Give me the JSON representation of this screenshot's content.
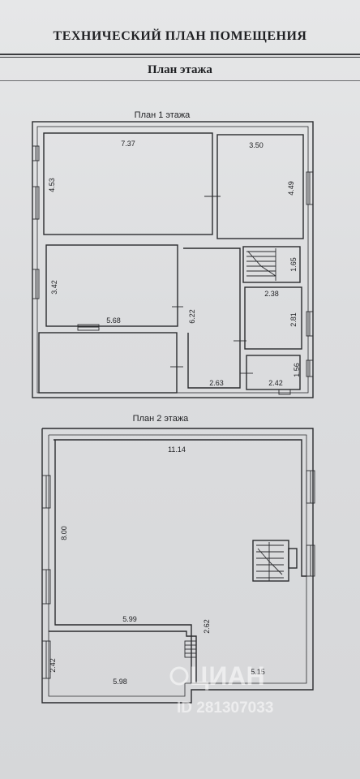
{
  "header": {
    "title": "ТЕХНИЧЕСКИЙ ПЛАН ПОМЕЩЕНИЯ",
    "subtitle": "План этажа"
  },
  "floor1": {
    "caption": "План 1 этажа",
    "dims": {
      "d737": "7.37",
      "d350": "3.50",
      "d453": "4.53",
      "d449": "4.49",
      "d342": "3.42",
      "d568": "5.68",
      "d622": "6.22",
      "d165": "1.65",
      "d238": "2.38",
      "d281": "2.81",
      "d263": "2.63",
      "d242": "2.42",
      "d156": "1.56"
    }
  },
  "floor2": {
    "caption": "План 2 этажа",
    "dims": {
      "d1114": "11.14",
      "d800": "8.00",
      "d599": "5.99",
      "d262": "2.62",
      "d242": "2.42",
      "d598": "5.98",
      "d515": "5.15"
    }
  },
  "watermark": {
    "brand": "ЦИАН",
    "id_text": "ID 281307033"
  }
}
